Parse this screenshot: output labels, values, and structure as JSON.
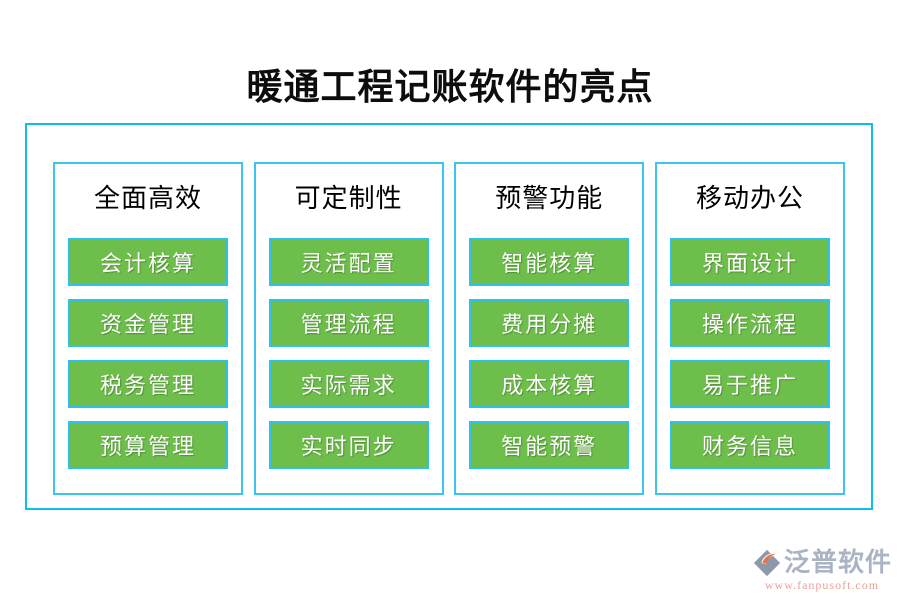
{
  "page": {
    "title": "暖通工程记账软件的亮点"
  },
  "columns": [
    {
      "header": "全面高效",
      "items": [
        "会计核算",
        "资金管理",
        "税务管理",
        "预算管理"
      ]
    },
    {
      "header": "可定制性",
      "items": [
        "灵活配置",
        "管理流程",
        "实际需求",
        "实时同步"
      ]
    },
    {
      "header": "预警功能",
      "items": [
        "智能核算",
        "费用分摊",
        "成本核算",
        "智能预警"
      ]
    },
    {
      "header": "移动办公",
      "items": [
        "界面设计",
        "操作流程",
        "易于推广",
        "财务信息"
      ]
    }
  ],
  "footer": {
    "brand": "泛普软件",
    "url": "www.fanpusoft.com"
  },
  "colors": {
    "outer_border_cyan": "#0cbeee",
    "column_border_cyan": "#3cc6ee",
    "button_border_cyan": "#2cc3ea",
    "button_green": "#6ebe4b",
    "button_text": "#ffffff",
    "title_text": "#0d0d0d",
    "brand_gray": "#aab4c4",
    "brand_url_salmon": "#e9a395",
    "logo_gray": "#8d99ab",
    "logo_orange": "#e2784a"
  }
}
